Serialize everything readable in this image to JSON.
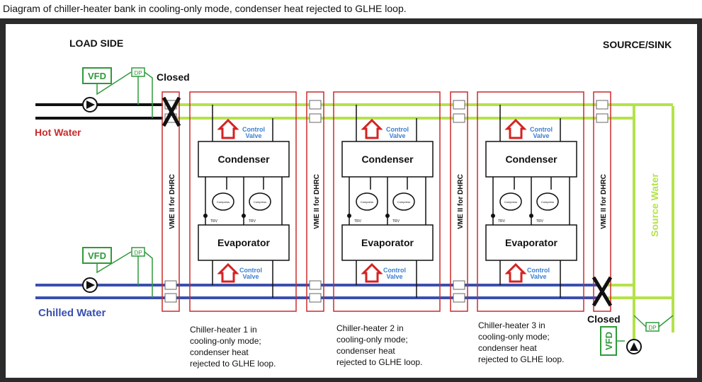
{
  "caption": "Diagram of chiller-heater bank in cooling-only mode, condenser heat rejected to GLHE loop.",
  "labels": {
    "load_side": "LOAD SIDE",
    "source_sink": "SOURCE/SINK",
    "hot_water": "Hot Water",
    "chilled_water": "Chilled Water",
    "source_water": "Source Water",
    "closed_top": "Closed",
    "closed_bottom": "Closed",
    "vfd": "VFD",
    "dp": "DP",
    "vme": "VME II for DHRC",
    "condenser": "Condenser",
    "evaporator": "Evaporator",
    "control_valve_line1": "Control",
    "control_valve_line2": "Valve",
    "compressor": "Compress",
    "trv": "TRV"
  },
  "chillers": [
    {
      "note": "Chiller-heater 1 in\ncooling-only mode;\ncondenser heat\nrejected to GLHE loop."
    },
    {
      "note": "Chiller-heater 2 in\ncooling-only mode;\ncondenser heat\nrejected to GLHE loop."
    },
    {
      "note": "Chiller-heater 3 in\ncooling-only mode;\ncondenser heat\nrejected to GLHE loop."
    }
  ],
  "colors": {
    "hot_line": "#b5e24a",
    "chilled_line": "#3a4fb0",
    "box_red": "#cc2b2b",
    "green": "#2f9a3a",
    "arrow_red": "#d42323"
  }
}
